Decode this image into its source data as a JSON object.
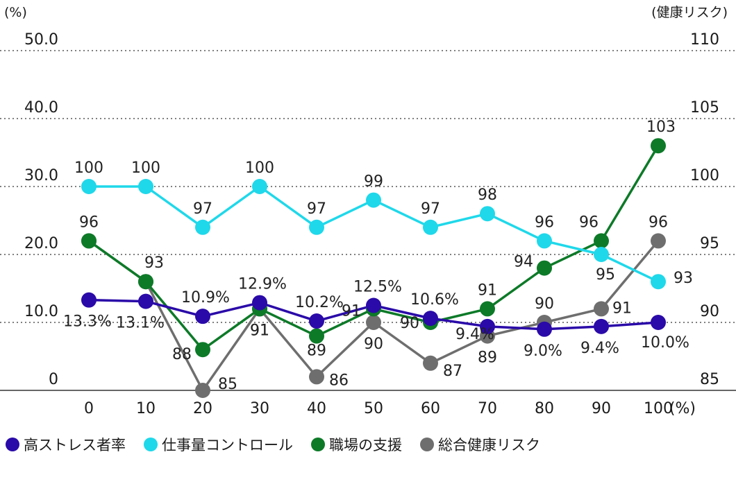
{
  "chart_data": {
    "type": "line",
    "left_axis_unit": "(%)",
    "right_axis_unit": "(健康リスク)",
    "x_unit": "(%)",
    "x": [
      0,
      10,
      20,
      30,
      40,
      50,
      60,
      70,
      80,
      90,
      100
    ],
    "x_tick_labels": [
      "0",
      "10",
      "20",
      "30",
      "40",
      "50",
      "60",
      "70",
      "80",
      "90",
      "100"
    ],
    "left_ylim": [
      0,
      50
    ],
    "left_ticks": [
      "0",
      "10.0",
      "20.0",
      "30.0",
      "40.0",
      "50.0"
    ],
    "right_ylim": [
      85,
      110
    ],
    "right_ticks": [
      "85",
      "90",
      "95",
      "100",
      "105",
      "110"
    ],
    "grid": "horizontal dotted",
    "legend_position": "bottom",
    "series": [
      {
        "name": "高ストレス者率",
        "axis": "left",
        "color": "#2a0aa8",
        "values": [
          13.3,
          13.1,
          10.9,
          12.9,
          10.2,
          12.5,
          10.6,
          9.4,
          9.0,
          9.4,
          10.0
        ],
        "labels": [
          "13.3%",
          "13.1%",
          "10.9%",
          "12.9%",
          "10.2%",
          "12.5%",
          "10.6%",
          "9.4%",
          "9.0%",
          "9.4%",
          "10.0%"
        ]
      },
      {
        "name": "仕事量コントロール",
        "axis": "right",
        "color": "#1fd8ea",
        "values": [
          100,
          100,
          97,
          100,
          97,
          99,
          97,
          98,
          96,
          95,
          93
        ],
        "labels": [
          "100",
          "100",
          "97",
          "100",
          "97",
          "99",
          "97",
          "98",
          "96",
          "95",
          "93"
        ]
      },
      {
        "name": "職場の支援",
        "axis": "right",
        "color": "#0d7a28",
        "values": [
          96,
          93,
          88,
          91,
          89,
          91,
          90,
          91,
          94,
          96,
          103
        ],
        "labels": [
          "96",
          "93",
          "88",
          "91",
          "89",
          "91",
          "90",
          "91",
          "94",
          "96",
          "103"
        ]
      },
      {
        "name": "総合健康リスク",
        "axis": "right",
        "color": "#6e6e6e",
        "values": [
          96,
          93,
          85,
          91,
          86,
          90,
          87,
          89,
          90,
          91,
          96
        ],
        "labels": [
          "96",
          "93",
          "85",
          "91",
          "86",
          "90",
          "87",
          "89",
          "90",
          "91",
          "96"
        ]
      }
    ]
  }
}
